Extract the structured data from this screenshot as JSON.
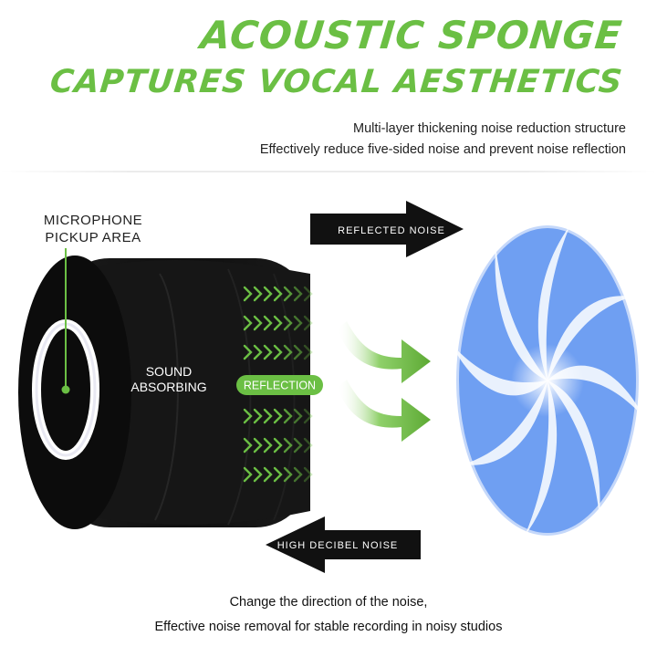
{
  "header": {
    "title_line1": "ACOUSTIC SPONGE",
    "title_line2": "CAPTURES VOCAL AESTHETICS",
    "subtitle_line1": "Multi-layer thickening noise reduction structure",
    "subtitle_line2": "Effectively reduce five-sided noise and prevent noise reflection"
  },
  "diagram": {
    "pickup_label_line1": "MICROPHONE",
    "pickup_label_line2": "PICKUP AREA",
    "absorb_label_line1": "SOUND",
    "absorb_label_line2": "ABSORBING",
    "reflection_label": "REFLECTION",
    "reflected_noise_label": "REFLECTED NOISE",
    "high_decibel_label": "HIGH DECIBEL NOISE"
  },
  "footer": {
    "line1": "Change the direction of the noise,",
    "line2": "Effective noise removal for stable recording in noisy studios"
  },
  "colors": {
    "accent_green": "#6bbf44",
    "foam_black": "#141414",
    "swirl_blue": "#5b8ff0"
  }
}
